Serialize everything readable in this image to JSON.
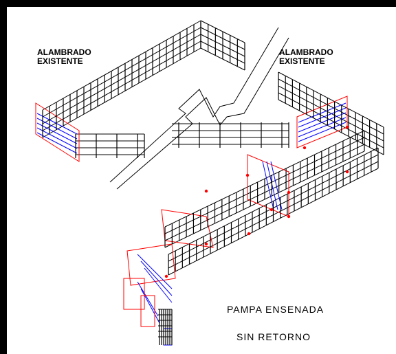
{
  "labels": {
    "existing_fence_left_line1": "ALAMBRADO",
    "existing_fence_left_line2": "EXISTENTE",
    "existing_fence_right_line1": "ALAMBRADO",
    "existing_fence_right_line2": "EXISTENTE",
    "title_line1": "PAMPA ENSENADA",
    "title_line2": "SIN RETORNO"
  },
  "colors": {
    "frame": "#000000",
    "canvas": "#ffffff",
    "fence": "#000000",
    "gate_frame": "#ff0000",
    "gate_panel": "#0000ff",
    "post_marker": "#ff0000"
  }
}
